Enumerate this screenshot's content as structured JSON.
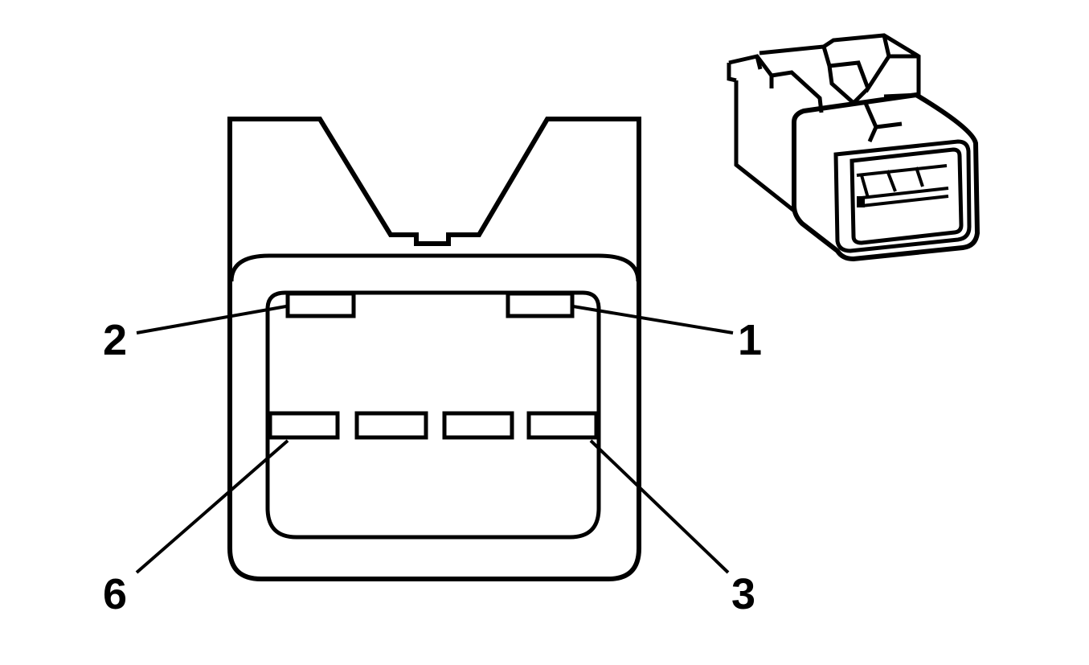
{
  "colors": {
    "line": "#000000",
    "background": "#ffffff"
  },
  "pin_labels": {
    "pin_1": "1",
    "pin_2": "2",
    "pin_3": "3",
    "pin_6": "6"
  }
}
